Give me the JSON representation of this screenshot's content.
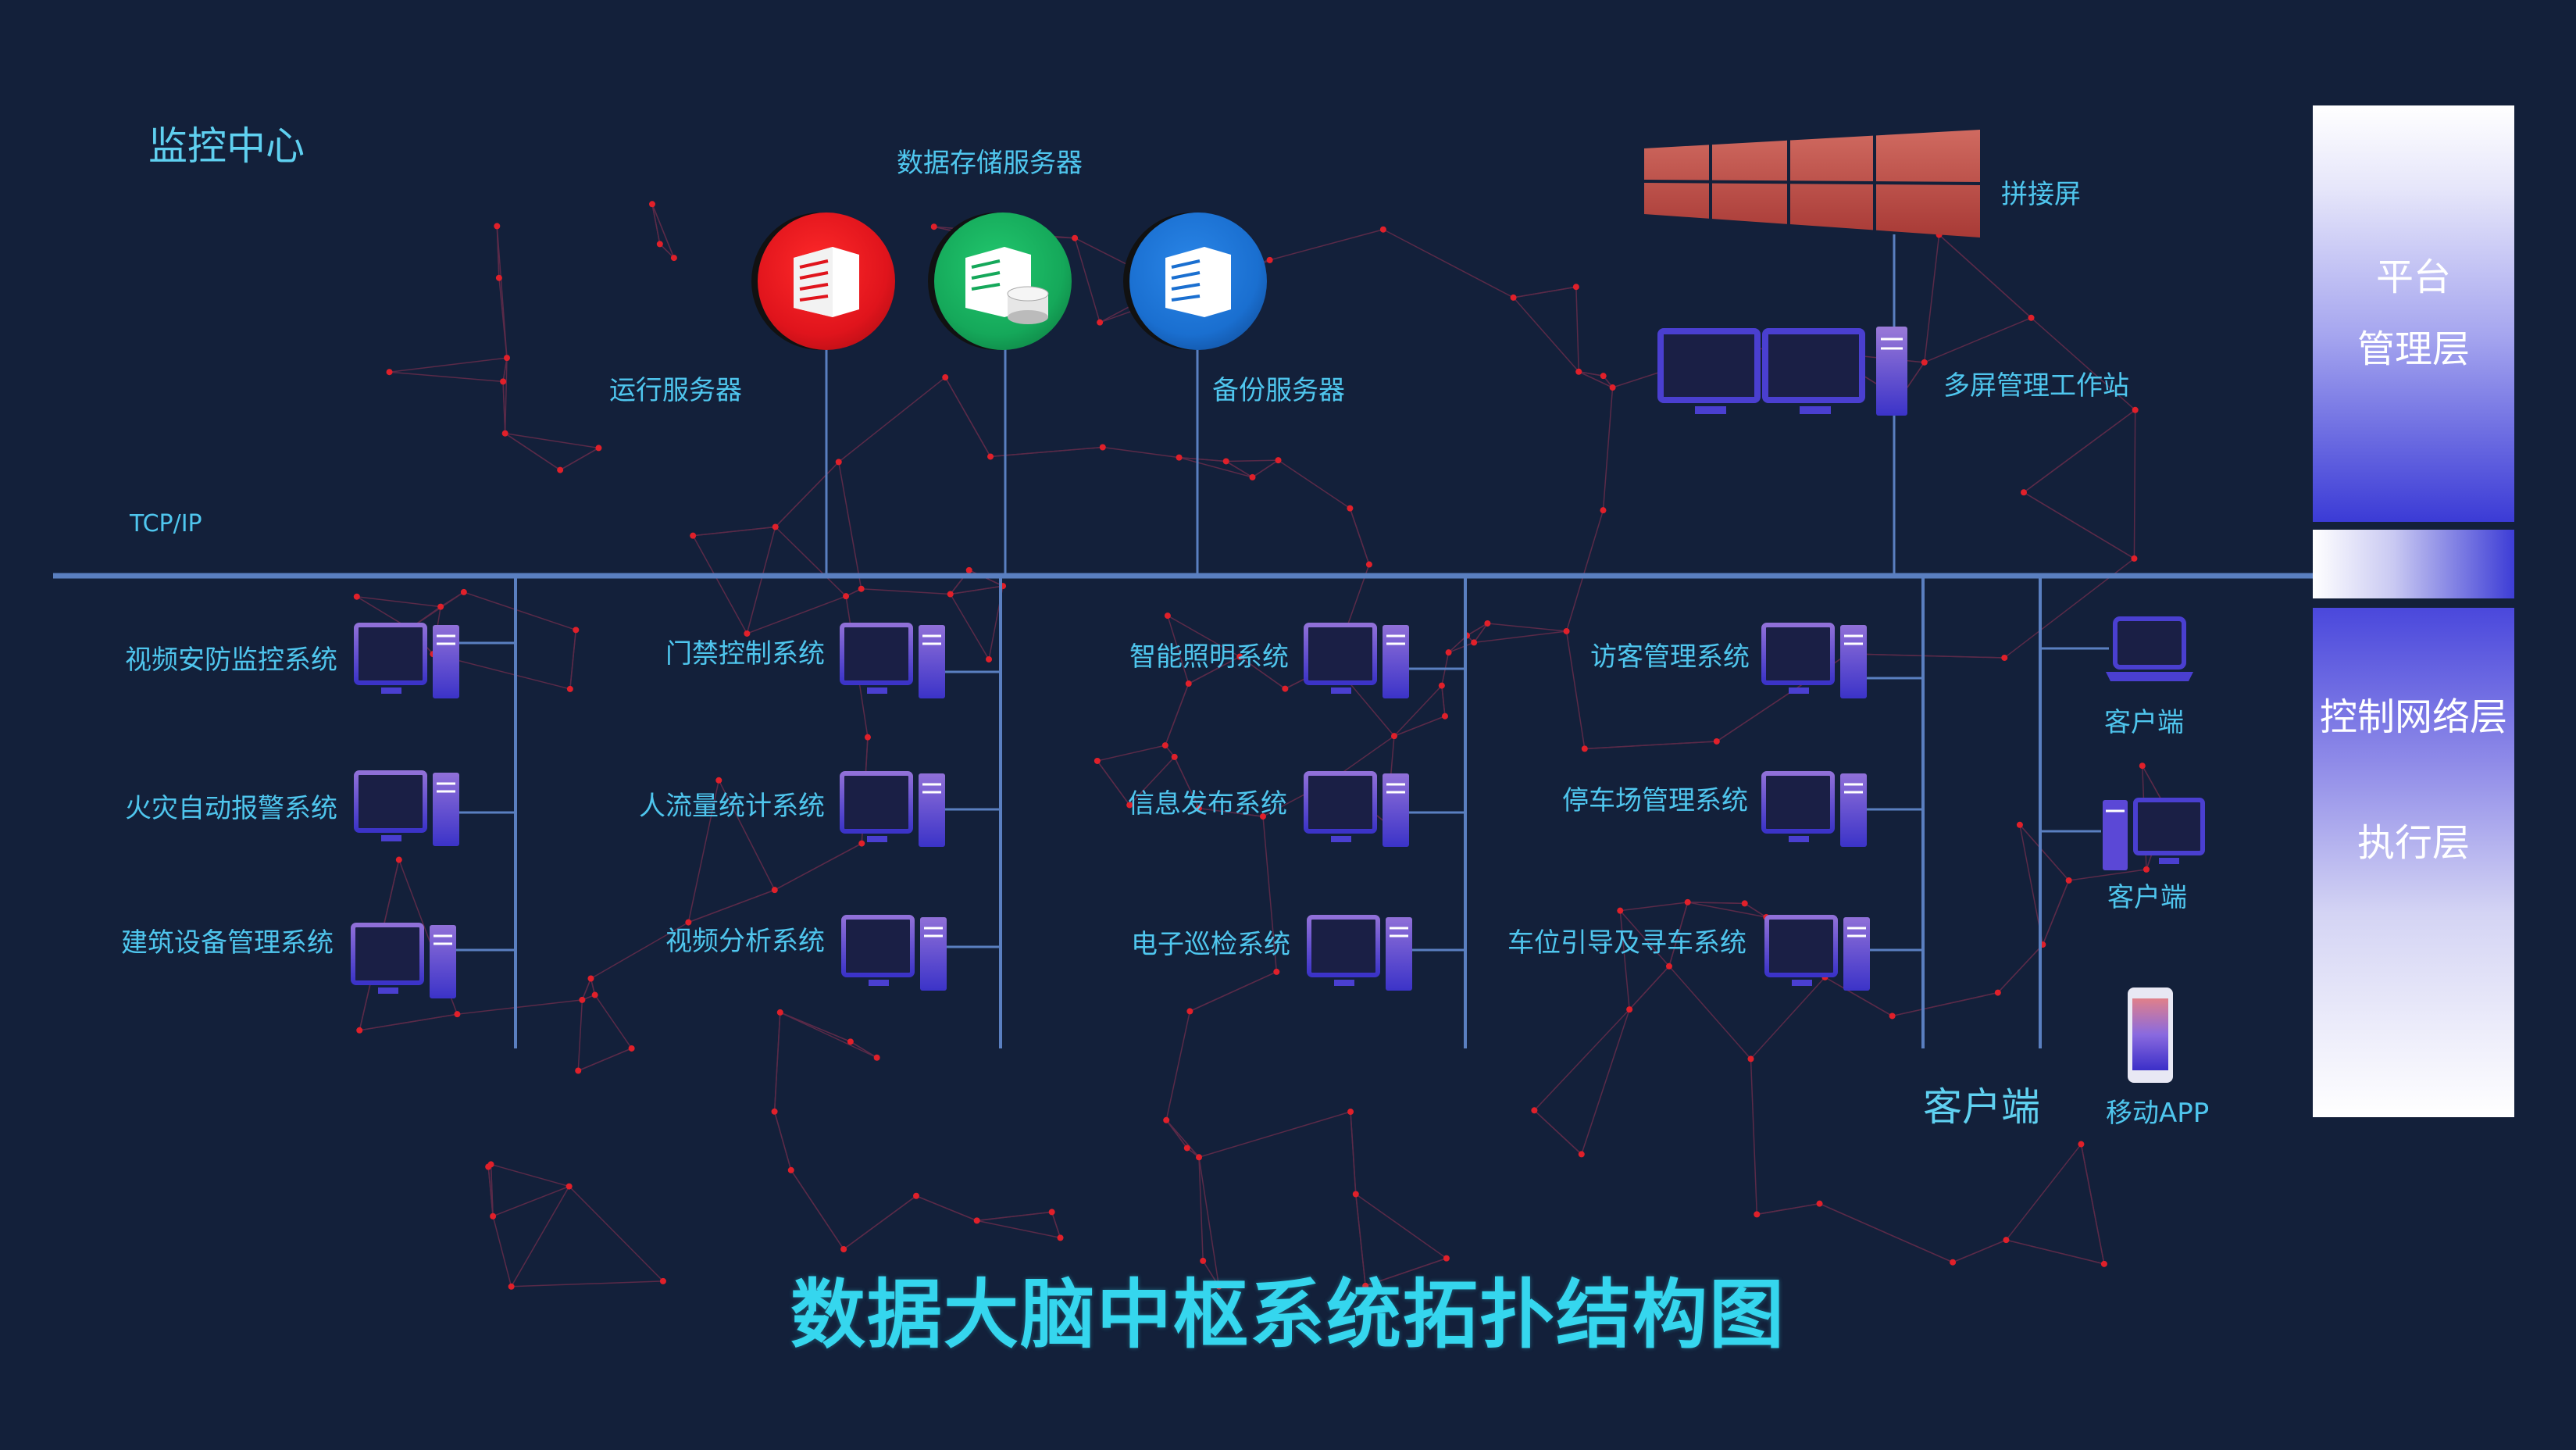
{
  "title": "数据大脑中枢系统拓扑结构图",
  "top_labels": {
    "monitor_center": "监控中心",
    "data_storage": "数据存储服务器",
    "run_server": "运行服务器",
    "backup_server": "备份服务器",
    "splice_screen": "拼接屏",
    "multi_screen": "多屏管理工作站",
    "tcpip": "TCP/IP"
  },
  "systems": [
    "视频安防监控系统",
    "火灾自动报警系统",
    "建筑设备管理系统",
    "门禁控制系统",
    "人流量统计系统",
    "视频分析系统",
    "智能照明系统",
    "信息发布系统",
    "电子巡检系统",
    "访客管理系统",
    "停车场管理系统",
    "车位引导及寻车系统"
  ],
  "clients": {
    "laptop": "客户端",
    "desktop": "客户端",
    "mobile": "移动APP",
    "group": "客户端"
  },
  "layers": {
    "platform_1": "平台",
    "platform_2": "管理层",
    "control": "控制网络层",
    "exec": "执行层"
  },
  "colors": {
    "background": "#13203a",
    "bus_line": "#5a7fc0",
    "label": "#4fc6ee",
    "title": "#35d6ee",
    "net_dot": "#e0202a",
    "run_server": "#e0141c",
    "storage_server": "#15a85a",
    "backup_server": "#1a6fd0",
    "splice_screen": "#c4504a",
    "device": "#4a3fd0"
  }
}
